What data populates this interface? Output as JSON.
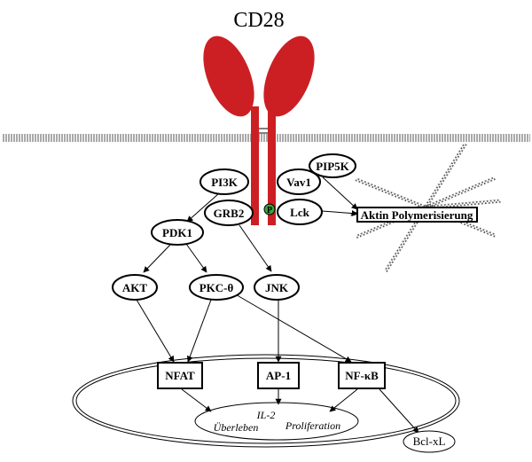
{
  "diagram": {
    "title": "CD28",
    "nodes": {
      "pi3k": "PI3K",
      "grb2": "GRB2",
      "pip5k": "PIP5K",
      "vav1": "Vav1",
      "lck": "Lck",
      "pdk1": "PDK1",
      "akt": "AKT",
      "pkc": "PKC-θ",
      "jnk": "JNK",
      "bclxl": "Bcl-xL",
      "phospho": "P"
    },
    "boxes": {
      "actin": "Aktin Polymerisierung",
      "nfat": "NFAT",
      "ap1": "AP-1",
      "nfkb": "NF-κB"
    },
    "outcomes": {
      "il2": "IL-2",
      "survival": "Überleben",
      "proliferation": "Proliferation"
    },
    "colors": {
      "receptor": "#cc1f24",
      "phospho": "#3aa33a",
      "line": "#000000"
    }
  }
}
